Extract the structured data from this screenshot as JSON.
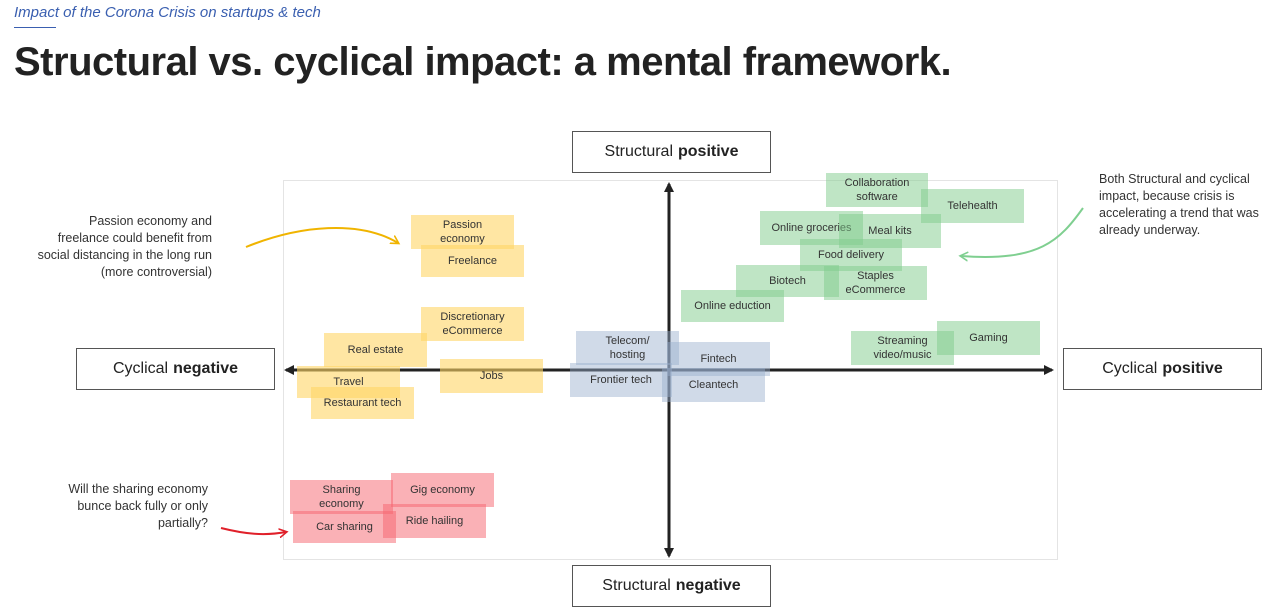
{
  "header": {
    "kicker": "Impact of the Corona Crisis on startups & tech",
    "title": "Structural vs. cyclical impact: a mental framework."
  },
  "axes": {
    "top": {
      "prefix": "Structural",
      "bold": "positive"
    },
    "bottom": {
      "prefix": "Structural",
      "bold": "negative"
    },
    "left": {
      "prefix": "Cyclical",
      "bold": "negative"
    },
    "right": {
      "prefix": "Cyclical",
      "bold": "positive"
    }
  },
  "stickies": {
    "passion_economy": "Passion economy",
    "freelance": "Freelance",
    "discretionary_ecommerce": "Discretionary eCommerce",
    "real_estate": "Real estate",
    "jobs": "Jobs",
    "travel": "Travel",
    "restaurant_tech": "Restaurant tech",
    "collaboration_software": "Collaboration software",
    "telehealth": "Telehealth",
    "online_groceries": "Online groceries",
    "meal_kits": "Meal kits",
    "food_delivery": "Food delivery",
    "biotech": "Biotech",
    "staples_ecommerce": "Staples eCommerce",
    "online_education": "Online eduction",
    "streaming": "Streaming video/music",
    "gaming": "Gaming",
    "telecom_hosting": "Telecom/ hosting",
    "fintech": "Fintech",
    "frontier_tech": "Frontier tech",
    "cleantech": "Cleantech",
    "sharing_economy": "Sharing economy",
    "gig_economy": "Gig economy",
    "car_sharing": "Car sharing",
    "ride_hailing": "Ride hailing"
  },
  "notes": {
    "passion": "Passion economy and freelance could benefit from social distancing in the long run (more controversial)",
    "structural_cyclical": "Both Structural and cyclical impact, because crisis is accelerating a trend that was already underway.",
    "sharing": "Will the sharing economy bunce back fully or only partially?"
  },
  "colors": {
    "yellow": "#ffd666",
    "green": "#80cc8c",
    "blue": "#96accc",
    "red": "#f5646e",
    "axis": "#222222",
    "accent": "#3a5fb0"
  }
}
